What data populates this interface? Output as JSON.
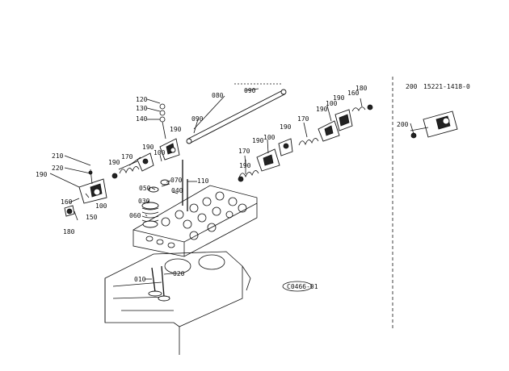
{
  "header": {
    "item_no": "200",
    "part_no": "15221-1418-0"
  },
  "diagram_code": "C0466-01",
  "callouts": {
    "c010": "010",
    "c020": "020",
    "c030": "030",
    "c040": "040",
    "c050": "050",
    "c060": "060",
    "c070": "070",
    "c080": "080",
    "c090a": "090",
    "c090b": "090",
    "c100a": "100",
    "c100b": "100",
    "c100c": "100",
    "c100d": "100",
    "c110": "110",
    "c120": "120",
    "c130": "130",
    "c140": "140",
    "c150": "150",
    "c160a": "160",
    "c160b": "160",
    "c170a": "170",
    "c170b": "170",
    "c170c": "170",
    "c180a": "180",
    "c180b": "180",
    "c190a": "190",
    "c190b": "190",
    "c190c": "190",
    "c190d": "190",
    "c190e": "190",
    "c190f": "190",
    "c190g": "190",
    "c190h": "190",
    "c190i": "190",
    "c200": "200",
    "c210": "210",
    "c220": "220"
  }
}
